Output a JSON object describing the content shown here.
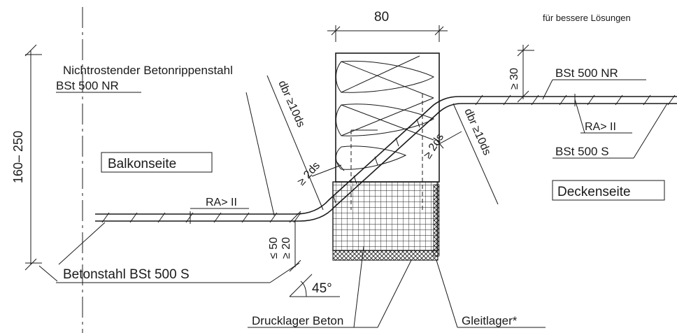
{
  "dimensions": {
    "width_80": "80",
    "height_range": "160– 250",
    "cover_top": "≥ 30",
    "cover_bottom_50": "≤ 50",
    "cover_bottom_20": "≥ 20",
    "bend_radius_left": "dbr ≥10ds",
    "bend_radius_right": "dbr ≥10ds",
    "two_ds_left": "≥ 2ds",
    "two_ds_right": "≥ 2ds",
    "angle": "45°"
  },
  "labels": {
    "corner_note": "für bessere Lösungen",
    "steel_title_line1": "Nichtrostender Betonrippenstahl",
    "steel_title_line2": "BSt 500 NR",
    "balcony_side": "Balkonseite",
    "ceiling_side": "Deckenseite",
    "ra_left": "RA> II",
    "ra_right": "RA> II",
    "bst_nr_right": "BSt 500 NR",
    "bst_s_right": "BSt 500 S",
    "rebar_left": "Betonstahl BSt 500 S",
    "pressure_bearing": "Drucklager Beton",
    "sliding_bearing": "Gleitlager*"
  }
}
